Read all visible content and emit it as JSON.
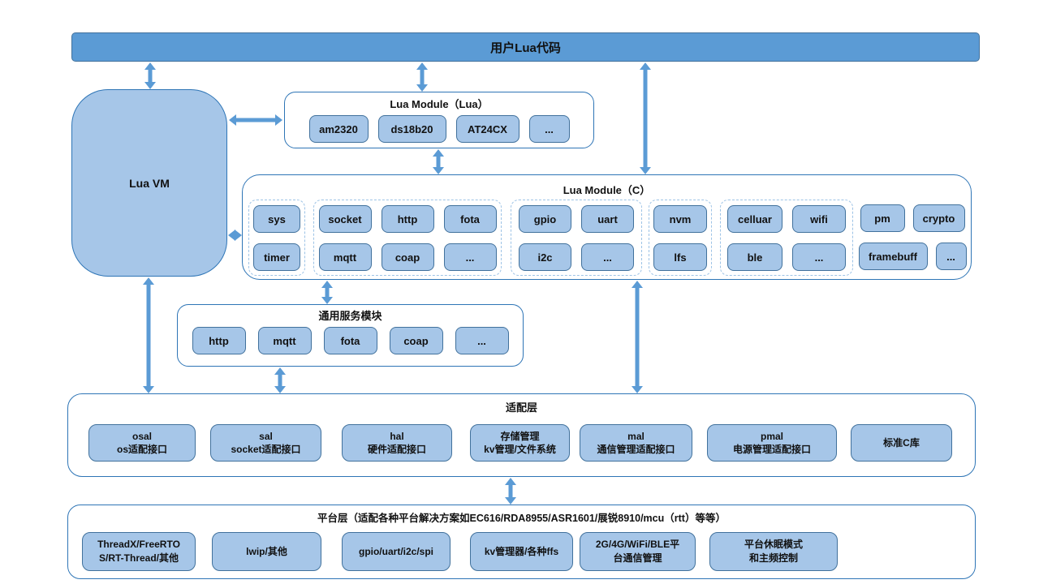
{
  "top_bar": {
    "label": "用户Lua代码"
  },
  "lua_vm": {
    "label": "Lua VM"
  },
  "lua_module_lua": {
    "title": "Lua Module（Lua）",
    "items": [
      "am2320",
      "ds18b20",
      "AT24CX",
      "..."
    ]
  },
  "lua_module_c": {
    "title": "Lua Module（C）",
    "groups": [
      {
        "dashed": true,
        "rows": [
          [
            "sys"
          ],
          [
            "timer"
          ]
        ]
      },
      {
        "dashed": true,
        "rows": [
          [
            "socket",
            "http",
            "fota"
          ],
          [
            "mqtt",
            "coap",
            "..."
          ]
        ]
      },
      {
        "dashed": true,
        "rows": [
          [
            "gpio",
            "uart"
          ],
          [
            "i2c",
            "..."
          ]
        ]
      },
      {
        "dashed": true,
        "rows": [
          [
            "nvm"
          ],
          [
            "lfs"
          ]
        ]
      },
      {
        "dashed": true,
        "rows": [
          [
            "celluar",
            "wifi"
          ],
          [
            "ble",
            "..."
          ]
        ]
      },
      {
        "dashed": false,
        "rows": [
          [
            "pm",
            "crypto"
          ],
          [
            "framebuff",
            "..."
          ]
        ]
      }
    ]
  },
  "common_services": {
    "title": "通用服务模块",
    "items": [
      "http",
      "mqtt",
      "fota",
      "coap",
      "..."
    ]
  },
  "adapter_layer": {
    "title": "适配层",
    "items": [
      {
        "name": "osal",
        "desc": "os适配接口"
      },
      {
        "name": "sal",
        "desc": "socket适配接口"
      },
      {
        "name": "hal",
        "desc": "硬件适配接口"
      },
      {
        "name": "存储管理",
        "desc": "kv管理/文件系统"
      },
      {
        "name": "mal",
        "desc": "通信管理适配接口"
      },
      {
        "name": "pmal",
        "desc": "电源管理适配接口"
      },
      {
        "name": "标准C库",
        "desc": ""
      }
    ]
  },
  "platform_layer": {
    "title": "平台层（适配各种平台解决方案如EC616/RDA8955/ASR1601/展锐8910/mcu（rtt）等等）",
    "items": [
      "ThreadX/FreeRTO\nS/RT-Thread/其他",
      "lwip/其他",
      "gpio/uart/i2c/spi",
      "kv管理器/各种ffs",
      "2G/4G/WiFi/BLE平\n台通信管理",
      "平台休眠模式\n和主频控制"
    ]
  },
  "colors": {
    "header_fill": "#5B9BD5",
    "box_fill": "#A6C6E8",
    "box_border": "#41719C",
    "container_border": "#2E75B6",
    "dashed_group_border": "#9DC3E6",
    "arrow": "#5B9BD5"
  }
}
